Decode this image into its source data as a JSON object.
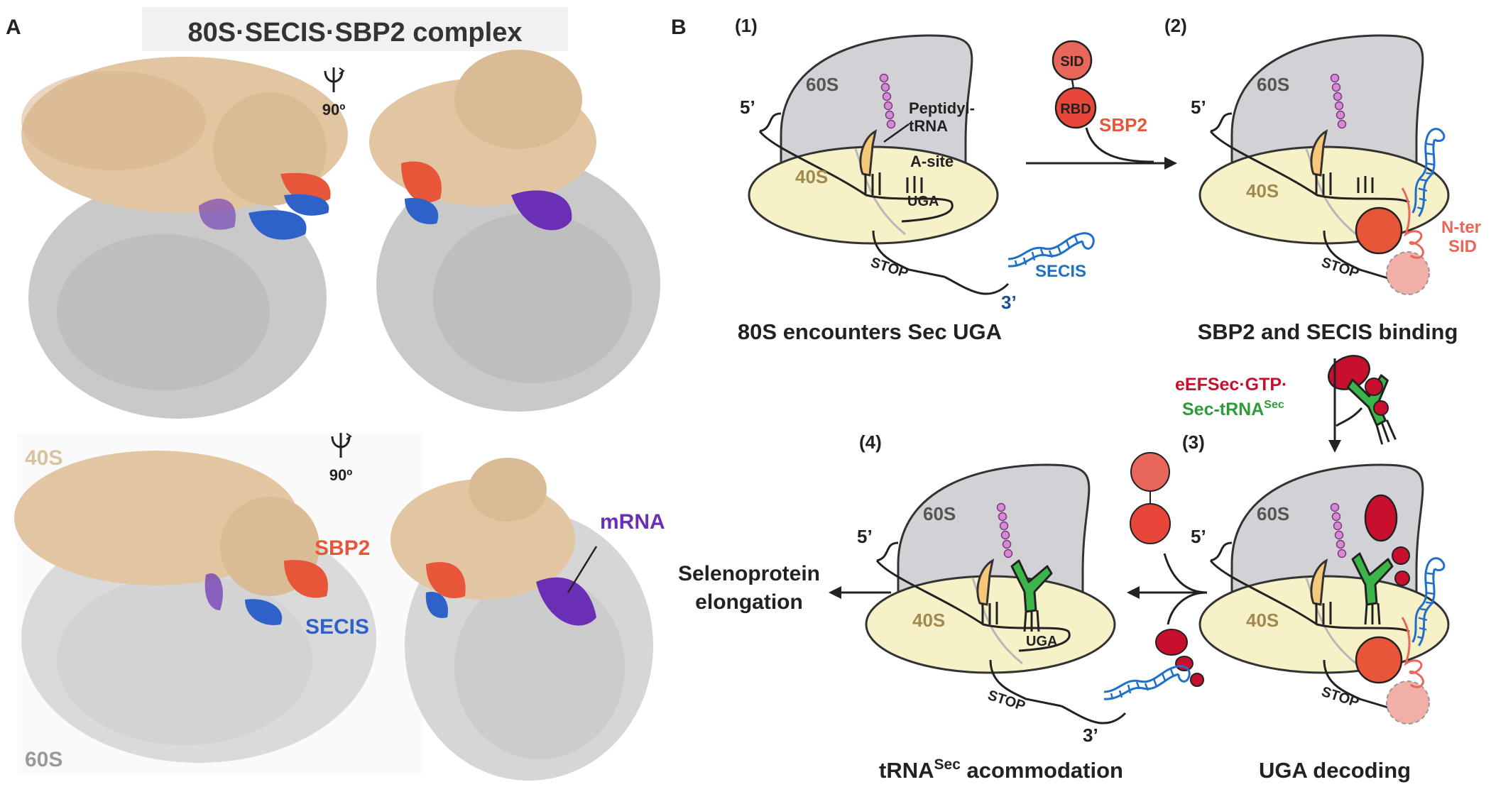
{
  "panelA": {
    "letter": "A",
    "title": "80S·SECIS·SBP2 complex",
    "rotation_top": "90º",
    "rotation_bottom": "90º",
    "label_40S": "40S",
    "label_60S": "60S",
    "label_SBP2": "SBP2",
    "label_SECIS": "SECIS",
    "label_mRNA": "mRNA"
  },
  "panelB": {
    "letter": "B",
    "steps": {
      "s1": "(1)",
      "s2": "(2)",
      "s3": "(3)",
      "s4": "(4)"
    },
    "labels": {
      "sub60": "60S",
      "sub40": "40S",
      "five_prime": "5’",
      "three_prime": "3’",
      "stop": "STOP",
      "uga": "UGA",
      "peptidyl_1": "Peptidyl-",
      "peptidyl_2": "tRNA",
      "asite": "A-site",
      "secis": "SECIS",
      "sid": "SID",
      "rbd": "RBD",
      "sbp2": "SBP2",
      "nter_1": "N-ter",
      "nter_2": "SID",
      "eefsec_1": "eEFSec·GTP·",
      "eefsec_2": "Sec-tRNA",
      "sec_sup": "Sec",
      "selenoprotein_1": "Selenoprotein",
      "selenoprotein_2": "elongation"
    },
    "captions": {
      "c1": "80S encounters Sec UGA",
      "c2": "SBP2 and SECIS binding",
      "c3": "UGA decoding",
      "c4_pre": "tRNA",
      "c4_sup": "Sec",
      "c4_post": " acommodation"
    },
    "colors": {
      "subunit_60S": "#d2d2d6",
      "subunit_40S": "#f7f1c8",
      "map_40S": "#e2c6a2",
      "map_60S": "#c9c9c9",
      "sbp2": "#e8563a",
      "secis": "#2f62c8",
      "mrna": "#6a2fb5",
      "eefsec": "#c8102e",
      "trna_sec": "#3bb54a",
      "peptidyl_trna": "#f6c97a",
      "peptide": "#c87ac8"
    }
  }
}
